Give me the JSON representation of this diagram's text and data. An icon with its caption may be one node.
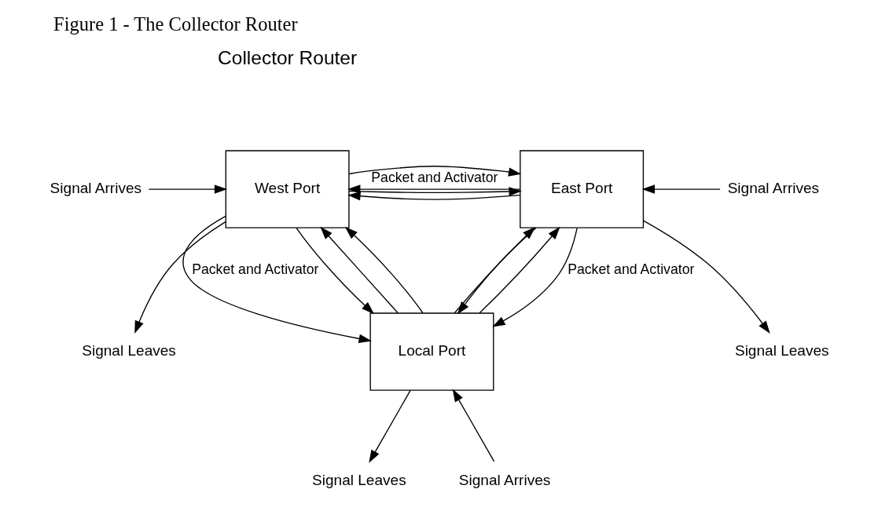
{
  "diagram": {
    "title": "Figure 1 - The Collector Router",
    "nodes": [
      {
        "text": [
          "West Port"
        ]
      },
      {
        "text": [
          "East Port"
        ]
      },
      {
        "text": [
          "Local Port"
        ]
      },
      {
        "text": [
          "Signal Arrives"
        ]
      },
      {
        "text": [
          "Signal Leaves"
        ]
      },
      {
        "text": [
          "Signal Arrives"
        ]
      },
      {
        "text": [
          "Signal Leaves"
        ]
      },
      {
        "text": [
          "Signal Leaves"
        ]
      },
      {
        "text": [
          "Signal Arrives"
        ]
      }
    ],
    "edges": [
      {
        "from": 0,
        "to": 1,
        "arrow": "to"
      },
      {
        "from": 0,
        "to": 1,
        "arrow": "to"
      },
      {
        "from": 1,
        "to": 0,
        "arrow": "to",
        "label": "Packet and Activator"
      },
      {
        "from": 1,
        "to": 0,
        "arrow": "to"
      },
      {
        "from": 0,
        "to": 2,
        "arrow": "to",
        "label": "Packet and Activator"
      },
      {
        "from": 0,
        "to": 2,
        "arrow": "to"
      },
      {
        "from": 2,
        "to": 0,
        "arrow": "to"
      },
      {
        "from": 2,
        "to": 0,
        "arrow": "to"
      },
      {
        "from": 2,
        "to": 1,
        "arrow": "to"
      },
      {
        "from": 2,
        "to": 1,
        "arrow": "to"
      },
      {
        "from": 1,
        "to": 2,
        "arrow": "to",
        "label": "Packet and Activator"
      },
      {
        "from": 1,
        "to": 2,
        "arrow": "to"
      },
      {
        "from": 3,
        "to": 0,
        "arrow": "to"
      },
      {
        "from": 0,
        "to": 4,
        "arrow": "to"
      },
      {
        "from": 5,
        "to": 1,
        "arrow": "to"
      },
      {
        "from": 1,
        "to": 6,
        "arrow": "to"
      },
      {
        "from": 2,
        "to": 7,
        "arrow": "to"
      },
      {
        "from": 8,
        "to": 2,
        "arrow": "to"
      }
    ],
    "labels": [
      "Collector Router"
    ]
  }
}
